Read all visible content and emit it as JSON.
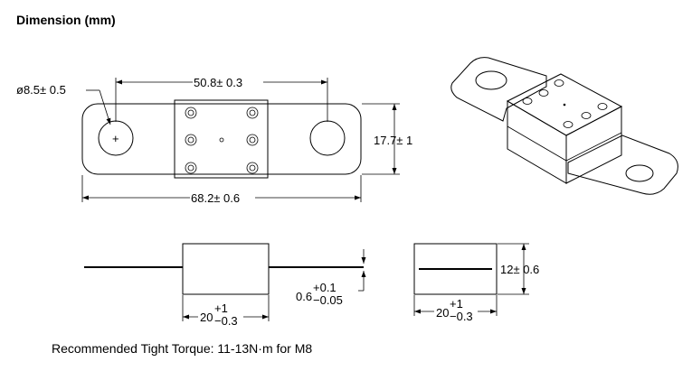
{
  "title": "Dimension (mm)",
  "caption": "Recommended Tight Torque: 11-13N·m for M8",
  "dims": {
    "hole_diameter": "ø8.5± 0.5",
    "hole_spacing": "50.8± 0.3",
    "height": "17.7± 1",
    "overall_length": "68.2± 0.6",
    "thickness_base": "0.6",
    "thickness_plus": "+0.1",
    "thickness_minus": "−0.05",
    "body_width_front_base": "20",
    "body_width_front_plus": "+1",
    "body_width_front_minus": "−0.3",
    "body_height_side": "12± 0.6",
    "body_width_side_base": "20",
    "body_width_side_plus": "+1",
    "body_width_side_minus": "−0.3"
  },
  "symbols": {
    "plus_mark": "+"
  }
}
